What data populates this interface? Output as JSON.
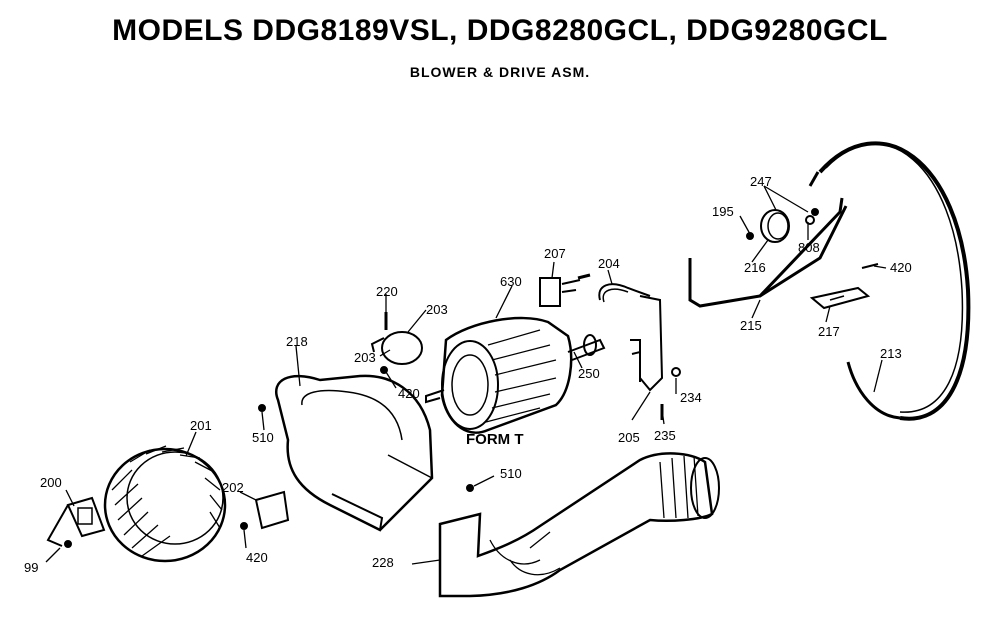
{
  "title": "MODELS DDG8189VSL, DDG8280GCL, DDG9280GCL",
  "subtitle": "BLOWER & DRIVE ASM.",
  "form_label": "FORM T",
  "parts": {
    "p99": "99",
    "p195": "195",
    "p200": "200",
    "p201": "201",
    "p202": "202",
    "p203a": "203",
    "p203b": "203",
    "p204": "204",
    "p205": "205",
    "p207": "207",
    "p213": "213",
    "p215": "215",
    "p216": "216",
    "p217": "217",
    "p218": "218",
    "p220": "220",
    "p228": "228",
    "p234": "234",
    "p235": "235",
    "p247": "247",
    "p250": "250",
    "p420a": "420",
    "p420b": "420",
    "p420c": "420",
    "p510a": "510",
    "p510b": "510",
    "p630": "630",
    "p808": "808"
  }
}
